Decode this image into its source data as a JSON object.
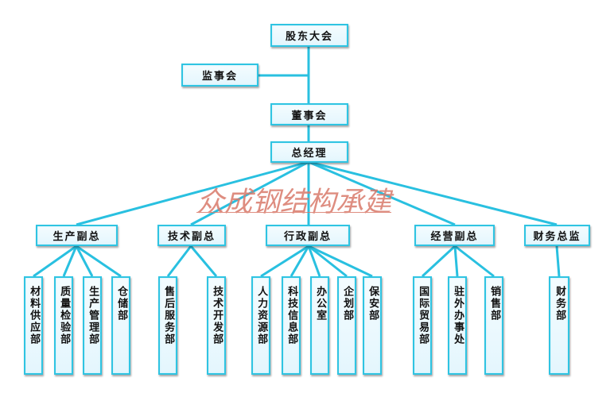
{
  "colors": {
    "line": "#29c0e0",
    "box_border": "#2fc4e2",
    "watermark": "#d97a6b"
  },
  "top": {
    "shareholders": "股东大会",
    "supervisors": "监事会",
    "board": "董事会",
    "gm": "总经理"
  },
  "level2": {
    "production": "生产副总",
    "technical": "技术副总",
    "admin": "行政副总",
    "operations": "经营副总",
    "finance": "财务总监"
  },
  "departments": {
    "materials": "材料供应部",
    "quality": "质量检验部",
    "production_mgmt": "生产管理部",
    "warehouse": "仓储部",
    "after_sales": "售后服务部",
    "tech_dev": "技术开发部",
    "hr": "人力资源部",
    "it": "科技信息部",
    "office": "办公室",
    "planning": "企划部",
    "security": "保安部",
    "trade": "国际贸易部",
    "liaison": "驻外办事处",
    "sales": "销售部",
    "finance_dept": "财务部"
  },
  "watermark": "众成钢结构承建"
}
